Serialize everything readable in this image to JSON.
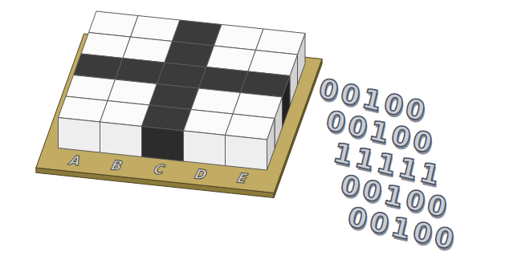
{
  "diagram": {
    "labels": [
      "A",
      "B",
      "C",
      "D",
      "E",
      "00100",
      "00100",
      "11111",
      "00100",
      "00100"
    ]
  }
}
